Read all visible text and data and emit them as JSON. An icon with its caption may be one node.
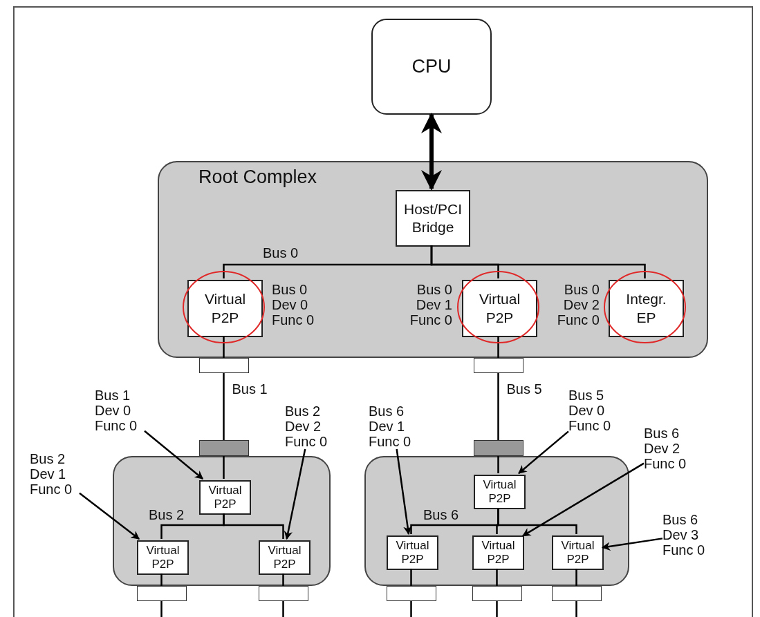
{
  "diagram": {
    "nodes": [
      {
        "text": [
          "CPU"
        ]
      },
      {
        "text": [
          "Root Complex"
        ]
      },
      {
        "text": [
          "Host/PCI Bridge"
        ],
        "in": 1
      },
      {
        "text": [
          "Virtual P2P"
        ],
        "in": 1,
        "beside": [
          "Bus 0 Dev 0 Func 0"
        ]
      },
      {
        "text": [
          "Virtual P2P"
        ],
        "in": 1,
        "beside": [
          "Bus 0 Dev 1 Func 0"
        ]
      },
      {
        "text": [
          "Integr. EP"
        ],
        "in": 1,
        "beside": [
          "Bus 0 Dev 2 Func 0"
        ]
      },
      {
        "text": [],
        "shape": "box"
      },
      {
        "text": [
          "Virtual P2P"
        ],
        "in": 6
      },
      {
        "text": [
          "Virtual P2P"
        ],
        "in": 6
      },
      {
        "text": [
          "Virtual P2P"
        ],
        "in": 6
      },
      {
        "text": [],
        "shape": "box"
      },
      {
        "text": [
          "Virtual P2P"
        ],
        "in": 10
      },
      {
        "text": [
          "Virtual P2P"
        ],
        "in": 10
      },
      {
        "text": [
          "Virtual P2P"
        ],
        "in": 10
      },
      {
        "text": [
          "Virtual P2P"
        ],
        "in": 10
      },
      {
        "text": [
          "Bus 1 Dev 0 Func 0"
        ]
      },
      {
        "text": [
          "Bus 2 Dev 2 Func 0"
        ]
      },
      {
        "text": [
          "Bus 2 Dev 1 Func 0"
        ]
      },
      {
        "text": [
          "Bus 6 Dev 1 Func 0"
        ]
      },
      {
        "text": [
          "Bus 5 Dev 0 Func 0"
        ]
      },
      {
        "text": [
          "Bus 6 Dev 2 Func 0"
        ]
      },
      {
        "text": [
          "Bus 6 Dev 3 Func 0"
        ]
      },
      {
        "text": [],
        "shape": "bar"
      },
      {
        "text": [],
        "shape": "bar"
      },
      {
        "text": [],
        "shape": "bar"
      },
      {
        "text": [],
        "shape": "bar"
      },
      {
        "text": [],
        "shape": "bar"
      },
      {
        "text": [],
        "shape": "bar"
      },
      {
        "text": [],
        "shape": "bar"
      },
      {
        "text": [],
        "shape": "bar"
      },
      {
        "text": [],
        "shape": "bar"
      }
    ],
    "edges": [
      {
        "from": 0,
        "to": 2,
        "arrow": "both",
        "style": "thick"
      },
      {
        "from": 2,
        "to": 3,
        "arrow": "none"
      },
      {
        "from": 2,
        "to": 4,
        "arrow": "none"
      },
      {
        "from": 2,
        "to": 5,
        "arrow": "none"
      },
      {
        "from": 3,
        "to": 22,
        "arrow": "none"
      },
      {
        "from": 22,
        "to": 24,
        "arrow": "none",
        "label": "Bus 1"
      },
      {
        "from": 24,
        "to": 7,
        "arrow": "none"
      },
      {
        "from": 4,
        "to": 23,
        "arrow": "none"
      },
      {
        "from": 23,
        "to": 25,
        "arrow": "none",
        "label": "Bus 5"
      },
      {
        "from": 25,
        "to": 11,
        "arrow": "none"
      },
      {
        "from": 7,
        "to": 8,
        "arrow": "none"
      },
      {
        "from": 7,
        "to": 9,
        "arrow": "none"
      },
      {
        "from": 11,
        "to": 12,
        "arrow": "none"
      },
      {
        "from": 11,
        "to": 13,
        "arrow": "none"
      },
      {
        "from": 11,
        "to": 14,
        "arrow": "none"
      },
      {
        "from": 8,
        "to": 26,
        "arrow": "none"
      },
      {
        "from": 9,
        "to": 27,
        "arrow": "none"
      },
      {
        "from": 12,
        "to": 28,
        "arrow": "none"
      },
      {
        "from": 13,
        "to": 29,
        "arrow": "none"
      },
      {
        "from": 14,
        "to": 30,
        "arrow": "none"
      },
      {
        "from": 26,
        "to": null,
        "arrow": "none"
      },
      {
        "from": 27,
        "to": null,
        "arrow": "none"
      },
      {
        "from": 28,
        "to": null,
        "arrow": "none"
      },
      {
        "from": 29,
        "to": null,
        "arrow": "none"
      },
      {
        "from": 30,
        "to": null,
        "arrow": "none"
      },
      {
        "from": 15,
        "to": 7,
        "arrow": "to"
      },
      {
        "from": 16,
        "to": 9,
        "arrow": "to"
      },
      {
        "from": 17,
        "to": 8,
        "arrow": "to"
      },
      {
        "from": 18,
        "to": 12,
        "arrow": "to"
      },
      {
        "from": 19,
        "to": 11,
        "arrow": "to"
      },
      {
        "from": 20,
        "to": 13,
        "arrow": "to"
      },
      {
        "from": 21,
        "to": 14,
        "arrow": "to"
      }
    ],
    "labels": [
      "Bus 0",
      "Bus 2",
      "Bus 6"
    ]
  }
}
